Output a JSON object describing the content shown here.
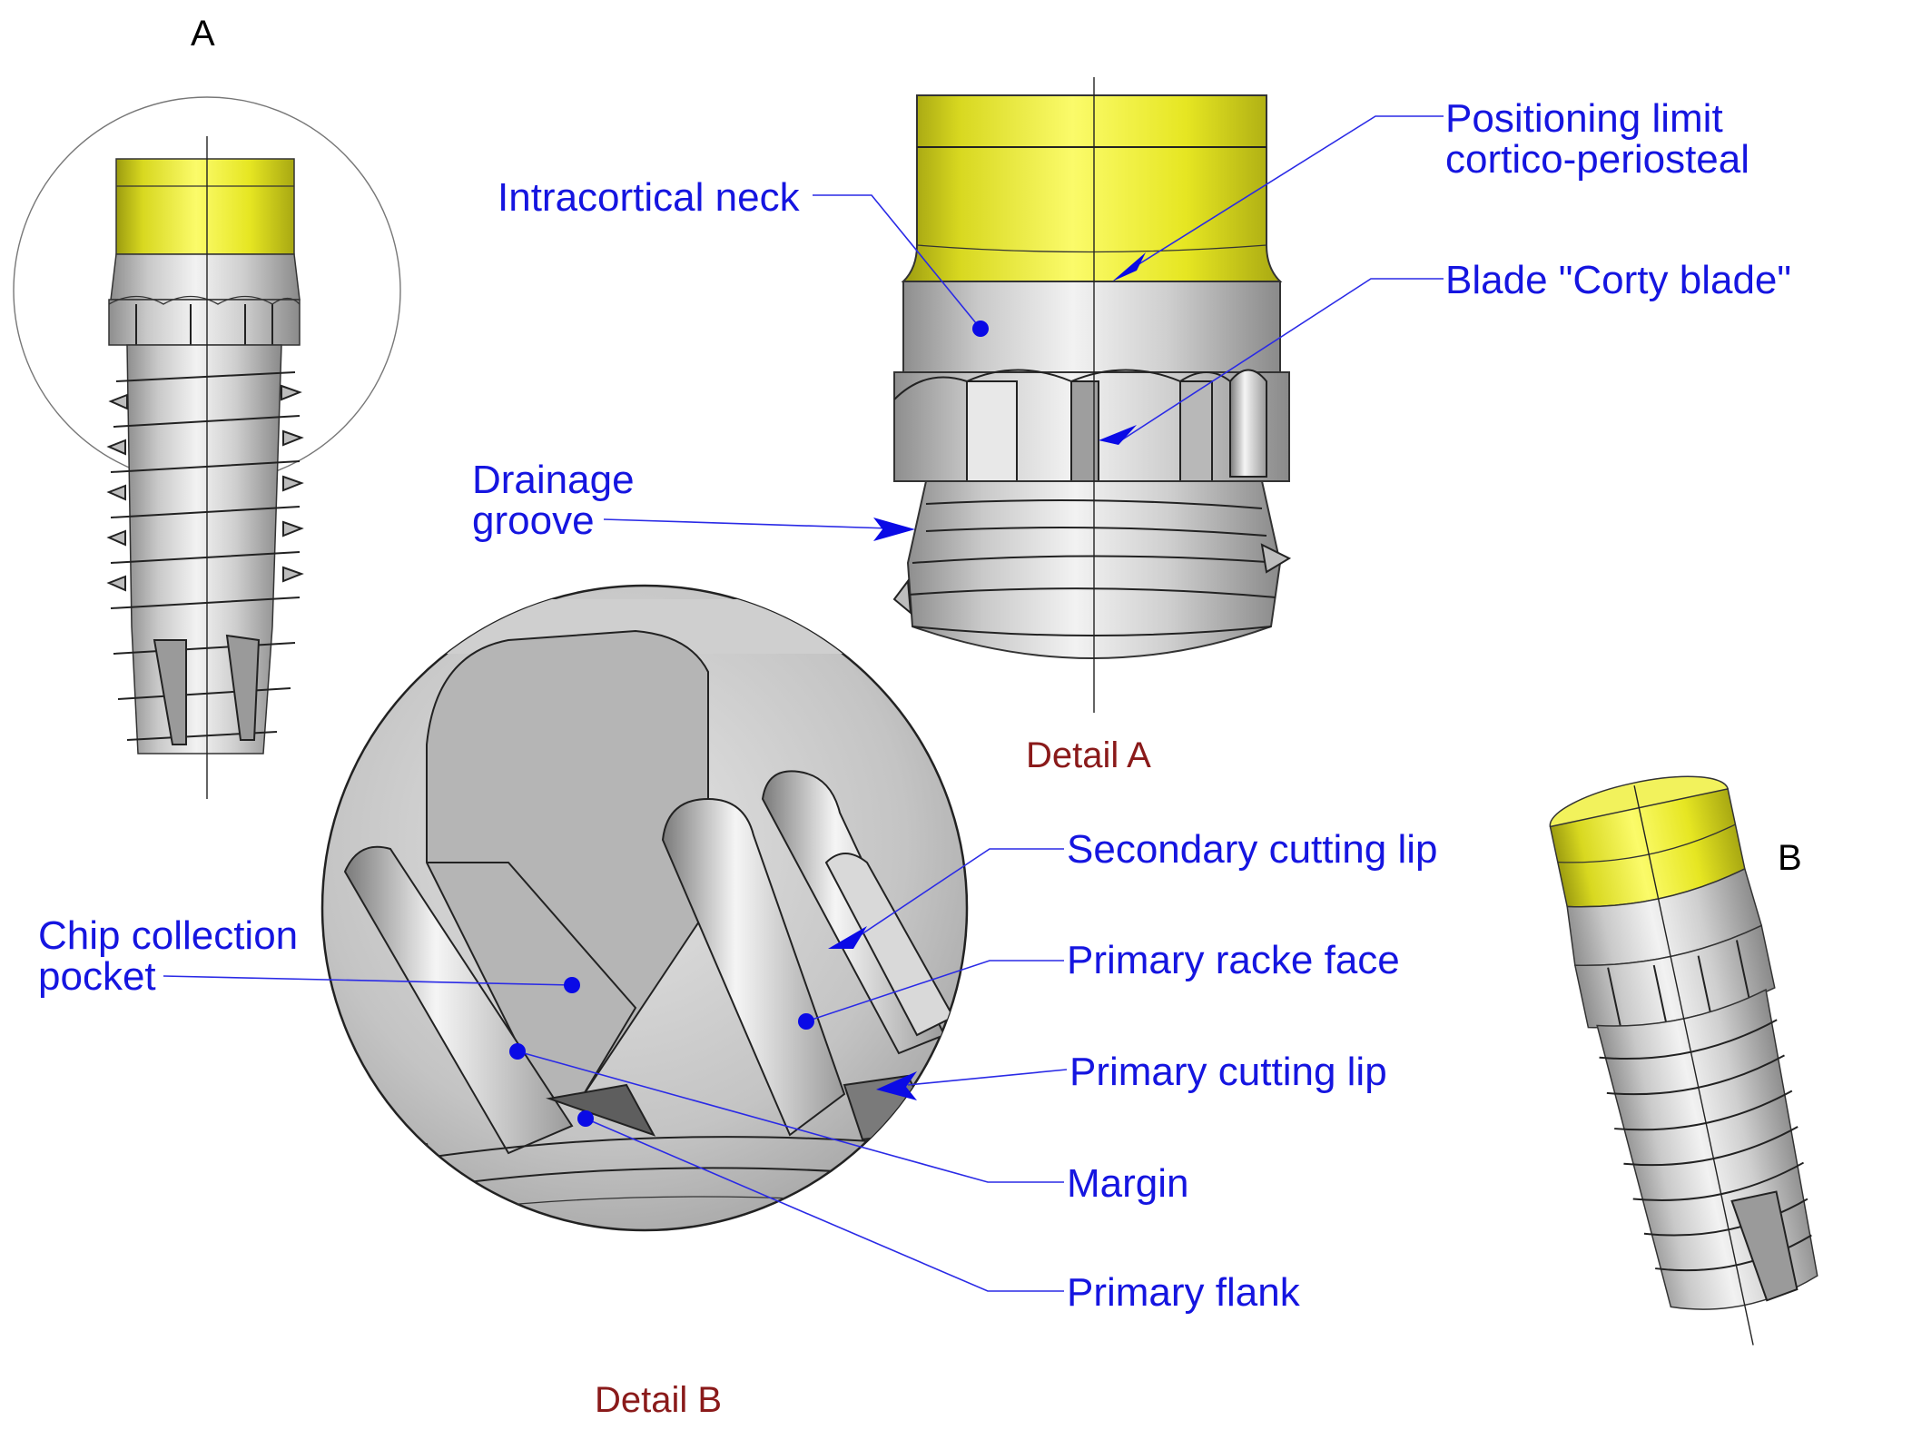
{
  "views": {
    "view_a_letter": "A",
    "view_b_letter": "B",
    "detail_a_caption": "Detail A",
    "detail_b_caption": "Detail B"
  },
  "labels": {
    "positioning_limit_line1": "Positioning limit",
    "positioning_limit_line2": "cortico-periosteal",
    "intracortical_neck": "Intracortical neck",
    "blade": "Blade \"Corty blade\"",
    "drainage_line1": "Drainage",
    "drainage_line2": "groove",
    "secondary_cutting_lip": "Secondary cutting lip",
    "chip_collection_line1": "Chip collection",
    "chip_collection_line2": "pocket",
    "primary_racke_face": "Primary racke face",
    "primary_cutting_lip": "Primary cutting lip",
    "margin": "Margin",
    "primary_flank": "Primary flank"
  },
  "colors": {
    "label_blue": "#1515e0",
    "caption_red": "#8a1a1a",
    "collar_yellow": "#e6e61a",
    "metal_gray": "#c8c8c8"
  }
}
